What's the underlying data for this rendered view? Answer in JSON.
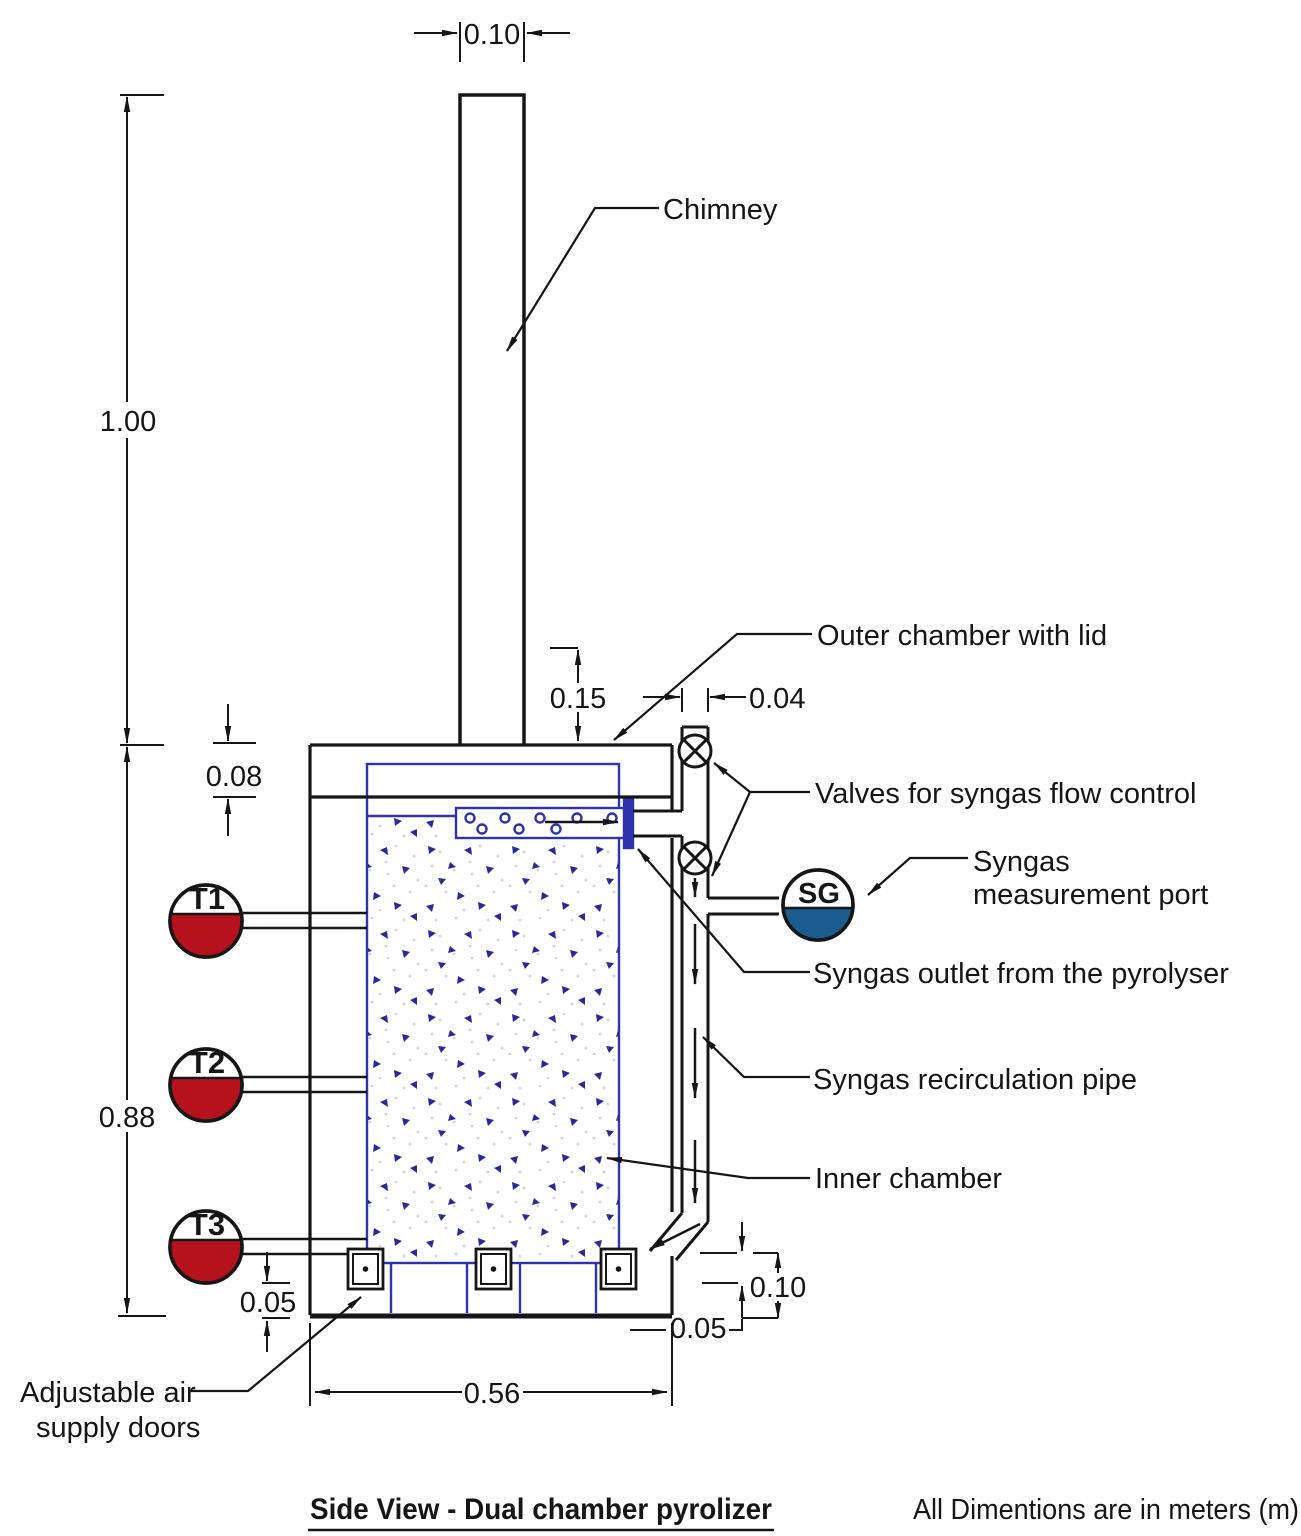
{
  "title": "Side View - Dual chamber pyrolizer",
  "note": "All Dimentions are in meters (m)",
  "labels": {
    "chimney": "Chimney",
    "outer_chamber": "Outer chamber with lid",
    "valves": "Valves for syngas flow control",
    "syngas_port_line1": "Syngas",
    "syngas_port_line2": "measurement port",
    "syngas_outlet": "Syngas outlet from the pyrolyser",
    "recirculation_pipe": "Syngas recirculation pipe",
    "inner_chamber": "Inner chamber",
    "air_doors_line1": "Adjustable air",
    "air_doors_line2": "supply doors"
  },
  "ports": {
    "t1": "T1",
    "t2": "T2",
    "t3": "T3",
    "sg": "SG"
  },
  "dimensions": {
    "chimney_width": "0.10",
    "chimney_height": "1.00",
    "body_height": "0.88",
    "lid_thickness": "0.08",
    "chimney_clearance": "0.15",
    "pipe_width": "0.04",
    "door_bottom_gap": "0.05",
    "recirc_inlet_height": "0.10",
    "base_clearance": "0.05",
    "body_width": "0.56"
  },
  "colors": {
    "line": "#161616",
    "blue": "#2c35ad",
    "red": "#b5121b",
    "sg_blue": "#1c5b8f"
  }
}
